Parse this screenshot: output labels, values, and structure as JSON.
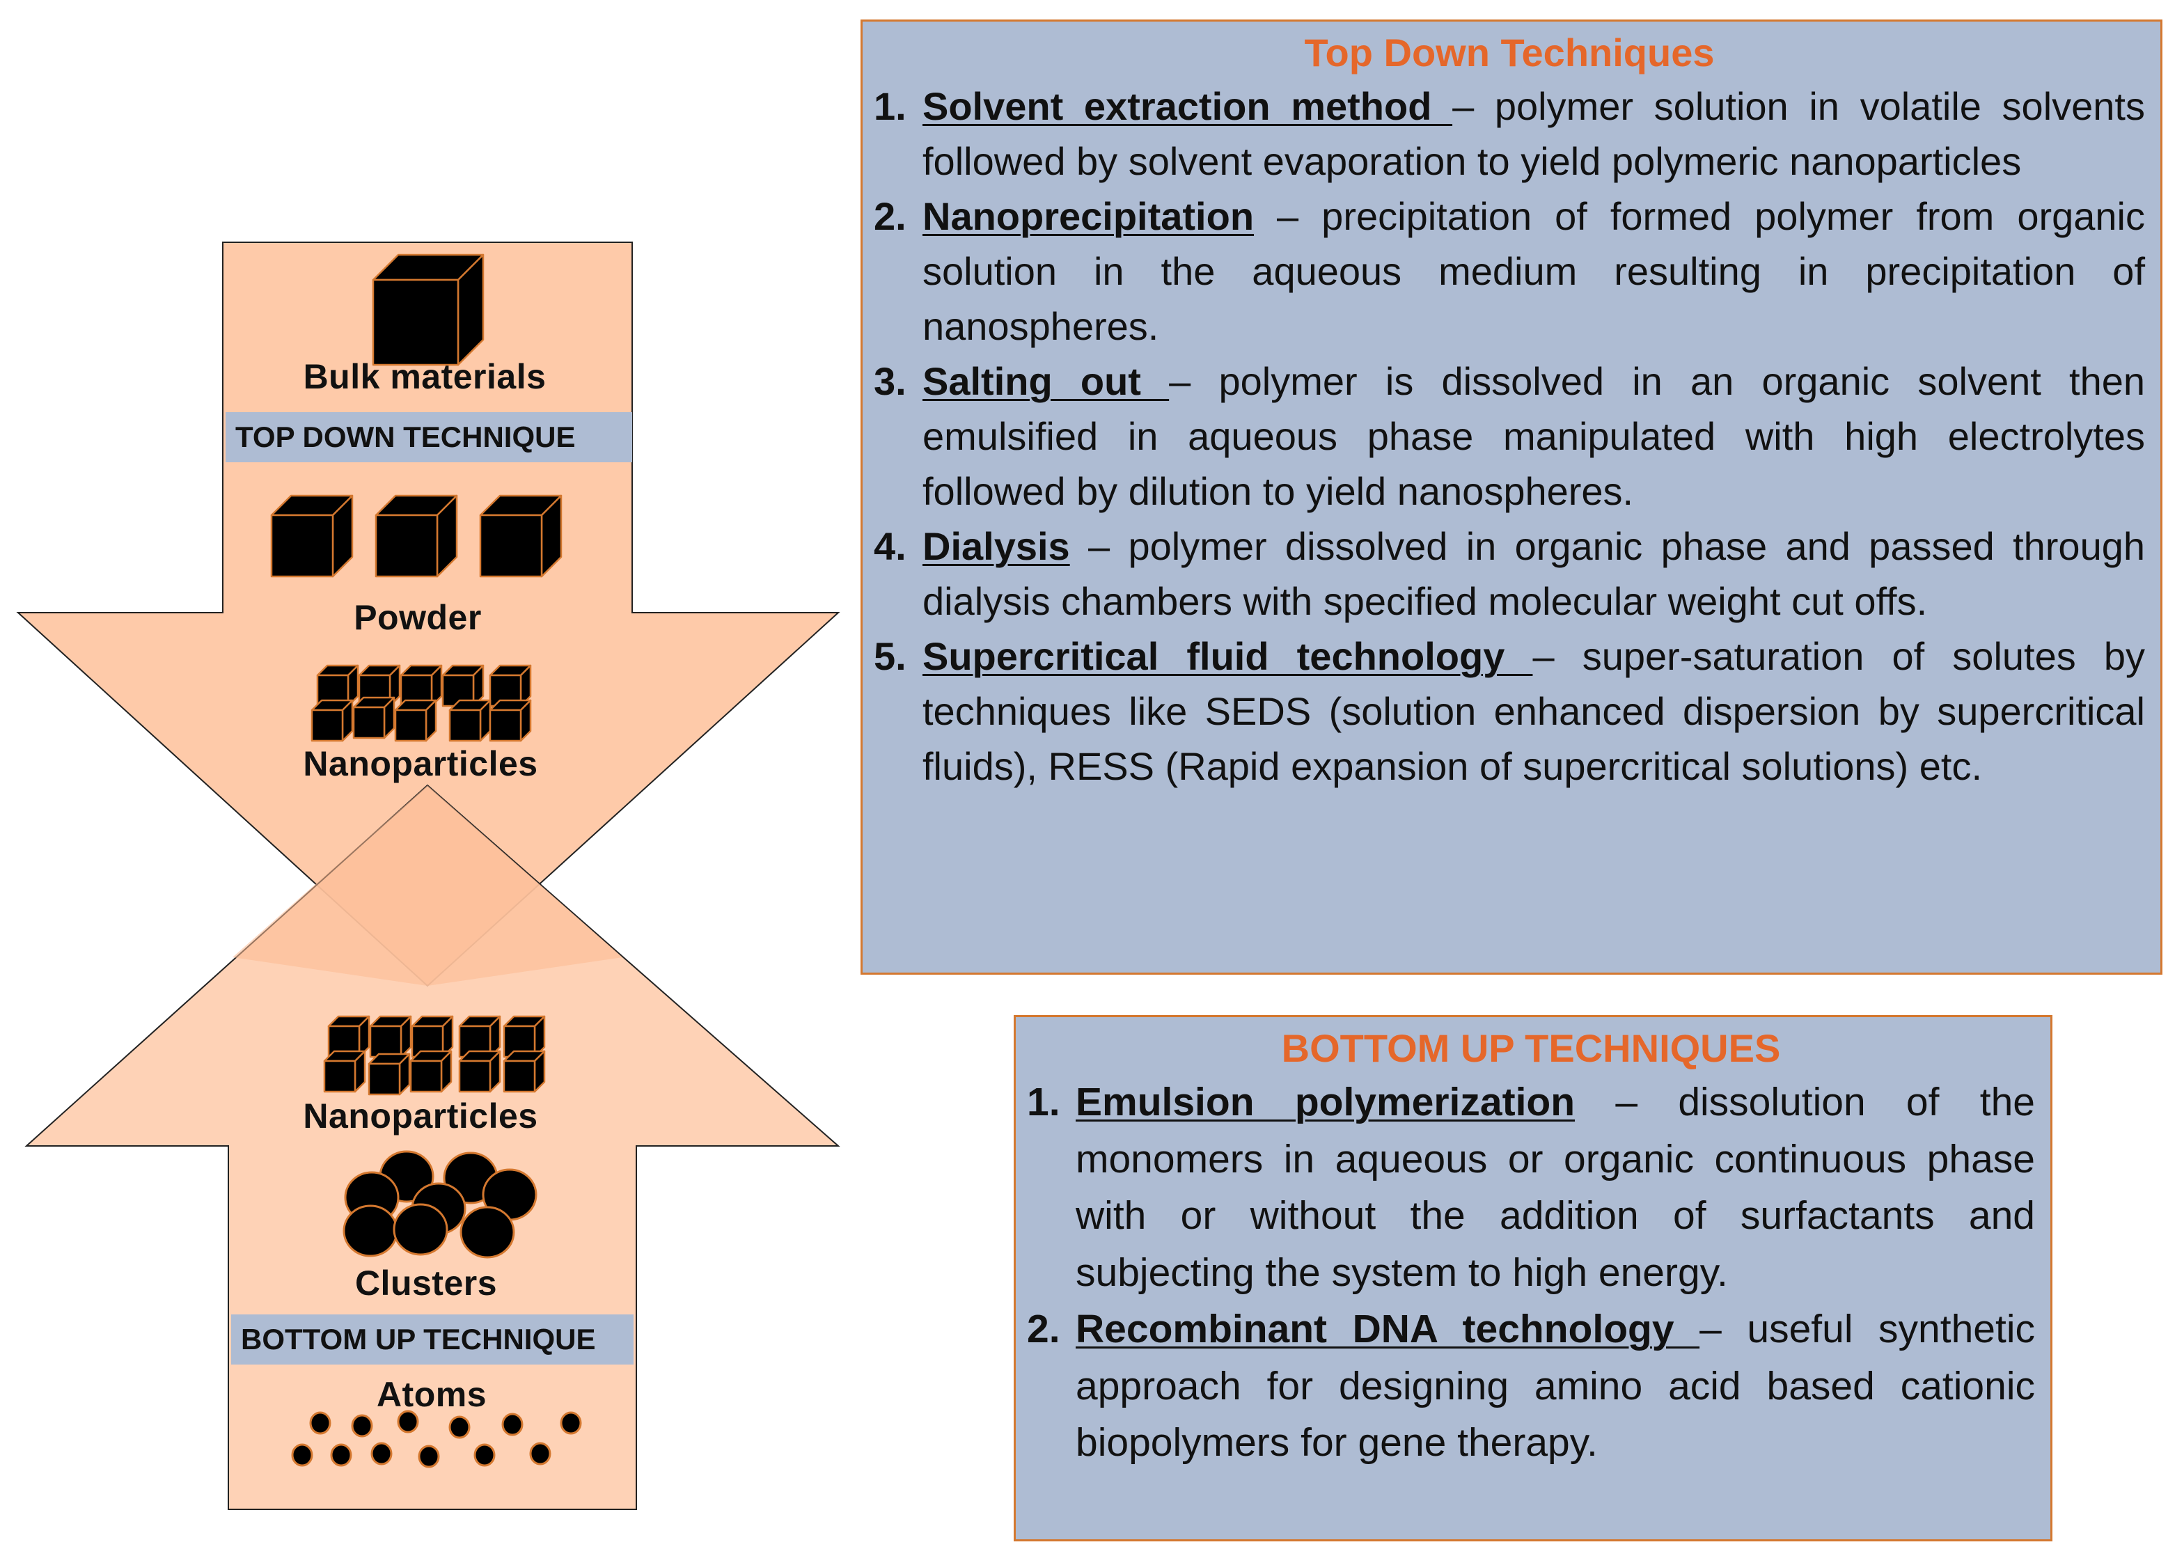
{
  "diagram": {
    "labels": {
      "bulk_materials": "Bulk materials",
      "powder": "Powder",
      "nanoparticles_top": "Nanoparticles",
      "nanoparticles_bottom": "Nanoparticles",
      "clusters": "Clusters",
      "atoms": "Atoms"
    },
    "bands": {
      "top_down": "TOP DOWN TECHNIQUE",
      "bottom_up": "BOTTOM UP TECHNIQUE"
    },
    "colors": {
      "arrow_fill": "#fecaa9",
      "overlap_fill": "#fbb992",
      "band_fill": "#aebcd3",
      "shape_fill": "#000000",
      "shape_outline": "#d4782f"
    }
  },
  "top_panel": {
    "title": "Top Down Techniques",
    "items": [
      {
        "num": "1.",
        "term": "Solvent extraction method ",
        "text": " – polymer solution in volatile solvents followed by solvent evaporation to yield polymeric nanoparticles"
      },
      {
        "num": "2.",
        "term": "Nanoprecipitation",
        "text": " – precipitation of formed polymer from organic solution in the aqueous medium resulting in precipitation of nanospheres."
      },
      {
        "num": "3.",
        "term": "Salting out ",
        "text": "– polymer is dissolved in an organic solvent then emulsified in aqueous phase manipulated with high electrolytes followed by dilution to yield nanospheres."
      },
      {
        "num": "4.",
        "term": "Dialysis",
        "text": " – polymer dissolved in organic phase and passed through dialysis chambers with specified molecular weight cut offs."
      },
      {
        "num": "5.",
        "term": "Supercritical fluid technology ",
        "text": "– super-saturation of solutes by techniques like SEDS (solution enhanced dispersion by supercritical fluids),  RESS (Rapid expansion of supercritical solutions) etc."
      }
    ]
  },
  "bottom_panel": {
    "title": "BOTTOM UP TECHNIQUES",
    "items": [
      {
        "num": "1.",
        "term": "Emulsion polymerization",
        "text": " – dissolution of the monomers in aqueous or organic continuous phase with or without the addition of surfactants and subjecting the system to high energy."
      },
      {
        "num": "2.",
        "term": "Recombinant DNA technology ",
        "text": "– useful synthetic approach for designing amino acid based cationic biopolymers for gene therapy."
      }
    ]
  },
  "colors": {
    "panel_fill": "#aebcd3",
    "panel_border": "#d4782f",
    "title_color": "#e5672a"
  }
}
